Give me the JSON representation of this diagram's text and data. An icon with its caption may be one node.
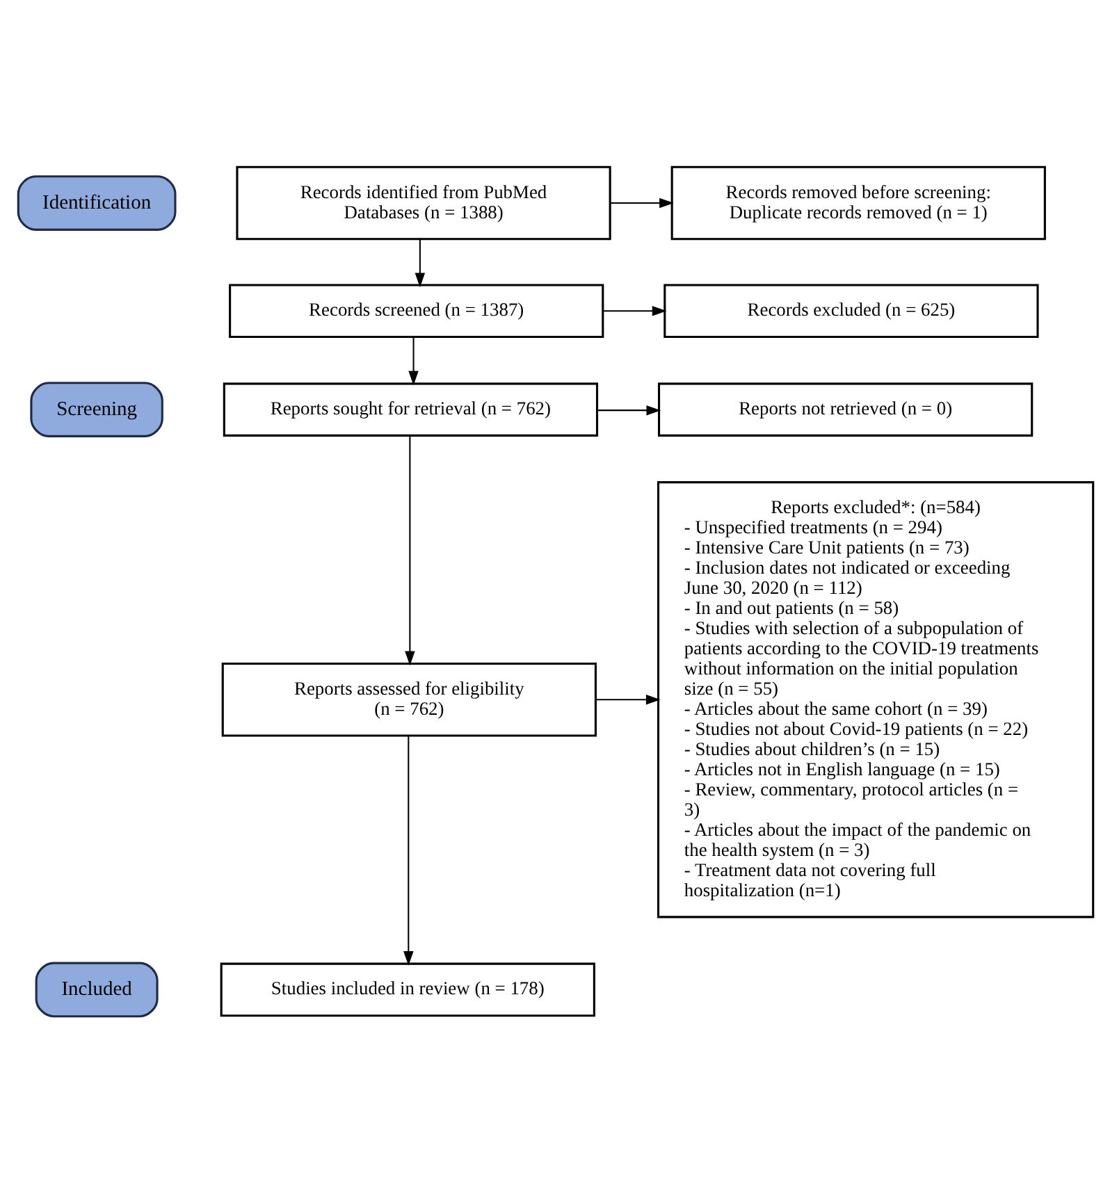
{
  "diagram": {
    "nodes": [
      {
        "text": [
          "Identification"
        ]
      },
      {
        "text": [
          "Records identified from PubMed Databases (n = 1388)"
        ]
      },
      {
        "text": [
          "Records removed before screening: Duplicate records removed (n = 1)"
        ]
      },
      {
        "text": [
          "Screening"
        ]
      },
      {
        "text": [
          "Records screened (n = 1387)"
        ]
      },
      {
        "text": [
          "Records excluded (n = 625)"
        ]
      },
      {
        "text": [
          "Reports sought for retrieval (n = 762)"
        ]
      },
      {
        "text": [
          "Reports not retrieved (n = 0)"
        ]
      },
      {
        "text": [
          "Reports assessed for eligibility (n = 762)"
        ]
      },
      {
        "text": [
          "Reports excluded*: (n=584)",
          "- Unspecified treatments (n = 294)",
          "- Intensive Care Unit patients (n = 73)",
          "- Inclusion dates not indicated or exceeding June 30, 2020 (n = 112)",
          "- In and out patients (n = 58)",
          "- Studies with selection of a subpopulation of patients according to the COVID-19 treatments without information on the initial population size (n = 55)",
          "- Articles about the same cohort (n = 39)",
          "- Studies not about Covid-19 patients (n = 22)",
          "- Studies about children’s (n = 15)",
          "- Articles not in English language (n = 15)",
          "- Review, commentary, protocol articles (n = 3)",
          "- Articles about the impact of the pandemic on the health system (n = 3)",
          "- Treatment data not covering full hospitalization (n=1)"
        ]
      },
      {
        "text": [
          "Included"
        ]
      },
      {
        "text": [
          "Studies included in review (n = 178)"
        ]
      }
    ],
    "edges": [
      {
        "from": 1,
        "to": 2,
        "arrow": "to"
      },
      {
        "from": 1,
        "to": 4,
        "arrow": "to"
      },
      {
        "from": 4,
        "to": 5,
        "arrow": "to"
      },
      {
        "from": 4,
        "to": 6,
        "arrow": "to"
      },
      {
        "from": 6,
        "to": 7,
        "arrow": "to"
      },
      {
        "from": 6,
        "to": 8,
        "arrow": "to"
      },
      {
        "from": 8,
        "to": 9,
        "arrow": "to"
      },
      {
        "from": 8,
        "to": 11,
        "arrow": "to"
      }
    ]
  }
}
